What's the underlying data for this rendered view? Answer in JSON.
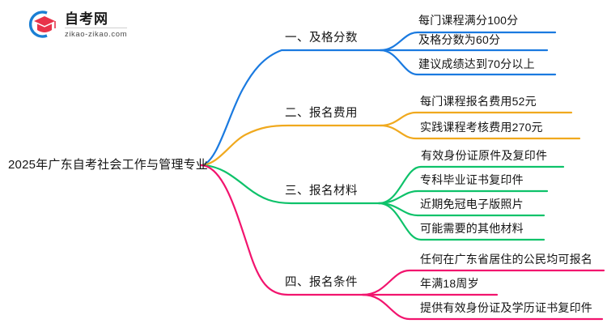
{
  "logo": {
    "cn_name": "自考网",
    "domain": "zikao-zikao.com",
    "mark_icon": "graduation-cap-icon",
    "arc_color": "#1a7fd4",
    "cap_color": "#e8334a"
  },
  "mindmap": {
    "root": {
      "label": "2025年广东自考社会工作与管理专业"
    },
    "branches": [
      {
        "label": "一、及格分数",
        "color": "#1a7ae0",
        "leaves": [
          "每门课程满分100分",
          "及格分数为60分",
          "建议成绩达到70分以上"
        ]
      },
      {
        "label": "二、报名费用",
        "color": "#f0a91e",
        "leaves": [
          "每门课程报名费用52元",
          "实践课程考核费用270元"
        ]
      },
      {
        "label": "三、报名材料",
        "color": "#0ec26a",
        "leaves": [
          "有效身份证原件及复印件",
          "专科毕业证书复印件",
          "近期免冠电子版照片",
          "可能需要的其他材料"
        ]
      },
      {
        "label": "四、报名条件",
        "color": "#f2146e",
        "leaves": [
          "任何在广东省居住的公民均可报名",
          "年满18周岁",
          "提供有效身份证及学历证书复印件"
        ]
      }
    ]
  }
}
